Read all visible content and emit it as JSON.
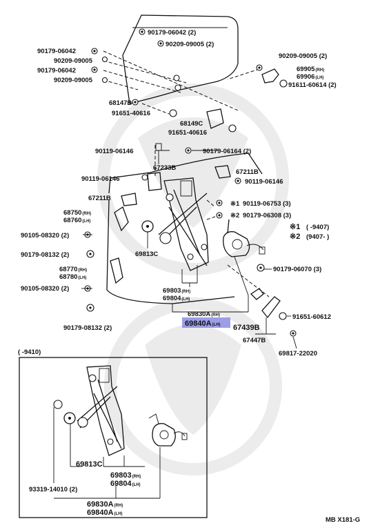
{
  "labels": {
    "p_90179_06042_2": "90179-06042 (2)",
    "p_90209_09005_2": "90209-09005 (2)",
    "p_90179_06042_l1": "90179-06042",
    "p_90209_09005_l1": "90209-09005",
    "p_90179_06042_l2": "90179-06042",
    "p_90209_09005_l2": "90209-09005",
    "p_90209_09005_r": "90209-09005 (2)",
    "p_69905": "69905",
    "p_69906": "69906",
    "p_91611_60614": "91611-60614 (2)",
    "p_68147B": "68147B",
    "p_91651_40616_l": "91651-40616",
    "p_68149C": "68149C",
    "p_91651_40616_r": "91651-40616",
    "p_90119_06146_a": "90119-06146",
    "p_90179_06164": "90179-06164 (2)",
    "p_67233B": "67233B",
    "p_90119_06146_b": "90119-06146",
    "p_67211B_r": "67211B",
    "p_90119_06146_c": "90119-06146",
    "p_67211B_l": "67211B",
    "p_x1": "※1",
    "p_90119_06753": "90119-06753 (3)",
    "p_x2": "※2",
    "p_90179_06308": "90179-06308 (3)",
    "p_68750": "68750",
    "p_68760": "68760",
    "p_90105_08320_a": "90105-08320 (2)",
    "p_90179_08132_a": "90179-08132 (2)",
    "p_69813C_main": "69813C",
    "p_68770": "68770",
    "p_68780": "68780",
    "p_90105_08320_b": "90105-08320 (2)",
    "p_69803": "69803",
    "p_69804": "69804",
    "p_90179_06070": "90179-06070 (3)",
    "p_90179_08132_b": "90179-08132 (2)",
    "p_69830A": "69830A",
    "p_69840A": "69840A",
    "p_91651_60612": "91651-60612",
    "p_67439B": "67439B",
    "p_67447B": "67447B",
    "p_69817_22020": "69817-22020",
    "inset_69813C": "69813C",
    "inset_69803": "69803",
    "inset_69804": "69804",
    "inset_93319": "93319-14010 (2)",
    "inset_69830A": "69830A",
    "inset_69840A": "69840A"
  },
  "side_marks": {
    "rh": "(RH)",
    "lh": "(LH)"
  },
  "legend": {
    "row1_mark": "※1",
    "row1_range": "(      -9407)",
    "row2_mark": "※2",
    "row2_range": "(9407-       )"
  },
  "inset": {
    "range": "(      -9410)"
  },
  "footer": {
    "code": "MB X181-G"
  },
  "highlight_part": "69840A",
  "colors": {
    "highlight": "#7b7de0",
    "ink": "#111111"
  }
}
